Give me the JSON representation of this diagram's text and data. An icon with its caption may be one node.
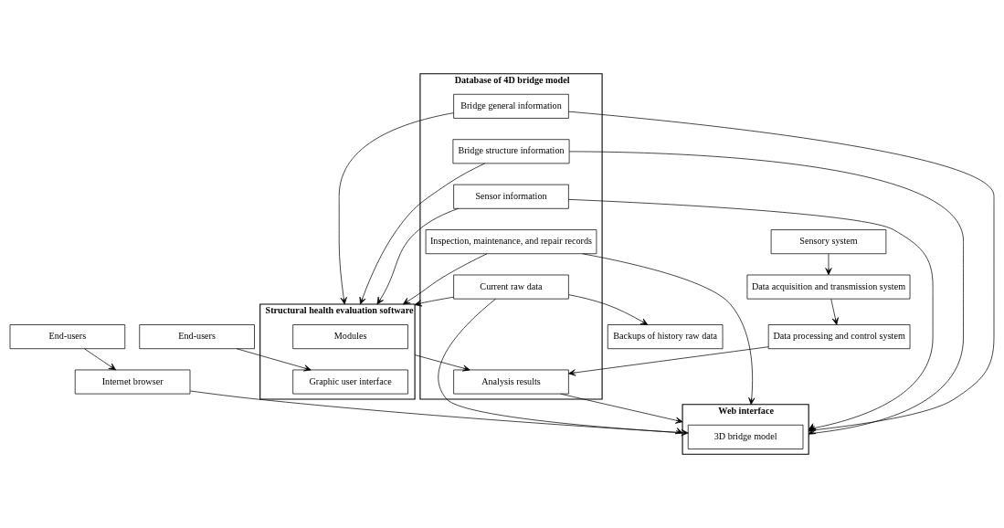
{
  "diagram": {
    "nodes": [
      {
        "text": [
          "Sensory system"
        ]
      },
      {
        "text": [
          "Data acquisition and transmission system"
        ]
      },
      {
        "text": [
          "Data processing and control system"
        ]
      },
      {
        "text": [
          "Database of 4D bridge model"
        ]
      },
      {
        "text": [
          "Bridge general information"
        ],
        "in": 3
      },
      {
        "text": [
          "Bridge structure information"
        ],
        "in": 3
      },
      {
        "text": [
          "Sensor information"
        ],
        "in": 3
      },
      {
        "text": [
          "Inspection, maintenance, and repair records"
        ],
        "in": 3
      },
      {
        "text": [
          "Current raw data"
        ],
        "in": 3
      },
      {
        "text": [
          "Analysis results"
        ],
        "in": 3
      },
      {
        "text": [
          "Backups of history raw data"
        ]
      },
      {
        "text": [
          "Structural health evaluation software"
        ]
      },
      {
        "text": [
          "Modules"
        ],
        "in": 11
      },
      {
        "text": [
          "Graphic user interface"
        ],
        "in": 11
      },
      {
        "text": [
          "Web interface"
        ]
      },
      {
        "text": [
          "3D bridge model"
        ],
        "in": 14
      },
      {
        "text": [
          "End-users"
        ]
      },
      {
        "text": [
          "Internet browser"
        ]
      },
      {
        "text": [
          "End-users"
        ]
      }
    ],
    "edges": [
      {
        "from": 0,
        "to": 1,
        "arrow": "to"
      },
      {
        "from": 1,
        "to": 2,
        "arrow": "to"
      },
      {
        "from": 2,
        "to": 9,
        "arrow": "to"
      },
      {
        "from": 4,
        "to": 11,
        "arrow": "to"
      },
      {
        "from": 5,
        "to": 11,
        "arrow": "to"
      },
      {
        "from": 6,
        "to": 11,
        "arrow": "to"
      },
      {
        "from": 7,
        "to": 11,
        "arrow": "to"
      },
      {
        "from": 8,
        "to": 11,
        "arrow": "to"
      },
      {
        "from": 11,
        "to": 9,
        "arrow": "to"
      },
      {
        "from": 4,
        "to": 14,
        "arrow": "to"
      },
      {
        "from": 5,
        "to": 14,
        "arrow": "to"
      },
      {
        "from": 6,
        "to": 14,
        "arrow": "to"
      },
      {
        "from": 7,
        "to": 14,
        "arrow": "to"
      },
      {
        "from": 8,
        "to": 14,
        "arrow": "to"
      },
      {
        "from": 9,
        "to": 14,
        "arrow": "to"
      },
      {
        "from": 8,
        "to": 10,
        "arrow": "to"
      },
      {
        "from": 16,
        "to": 13,
        "arrow": "to"
      },
      {
        "from": 18,
        "to": 17,
        "arrow": "to"
      },
      {
        "from": 17,
        "to": 15,
        "arrow": "to"
      }
    ]
  }
}
